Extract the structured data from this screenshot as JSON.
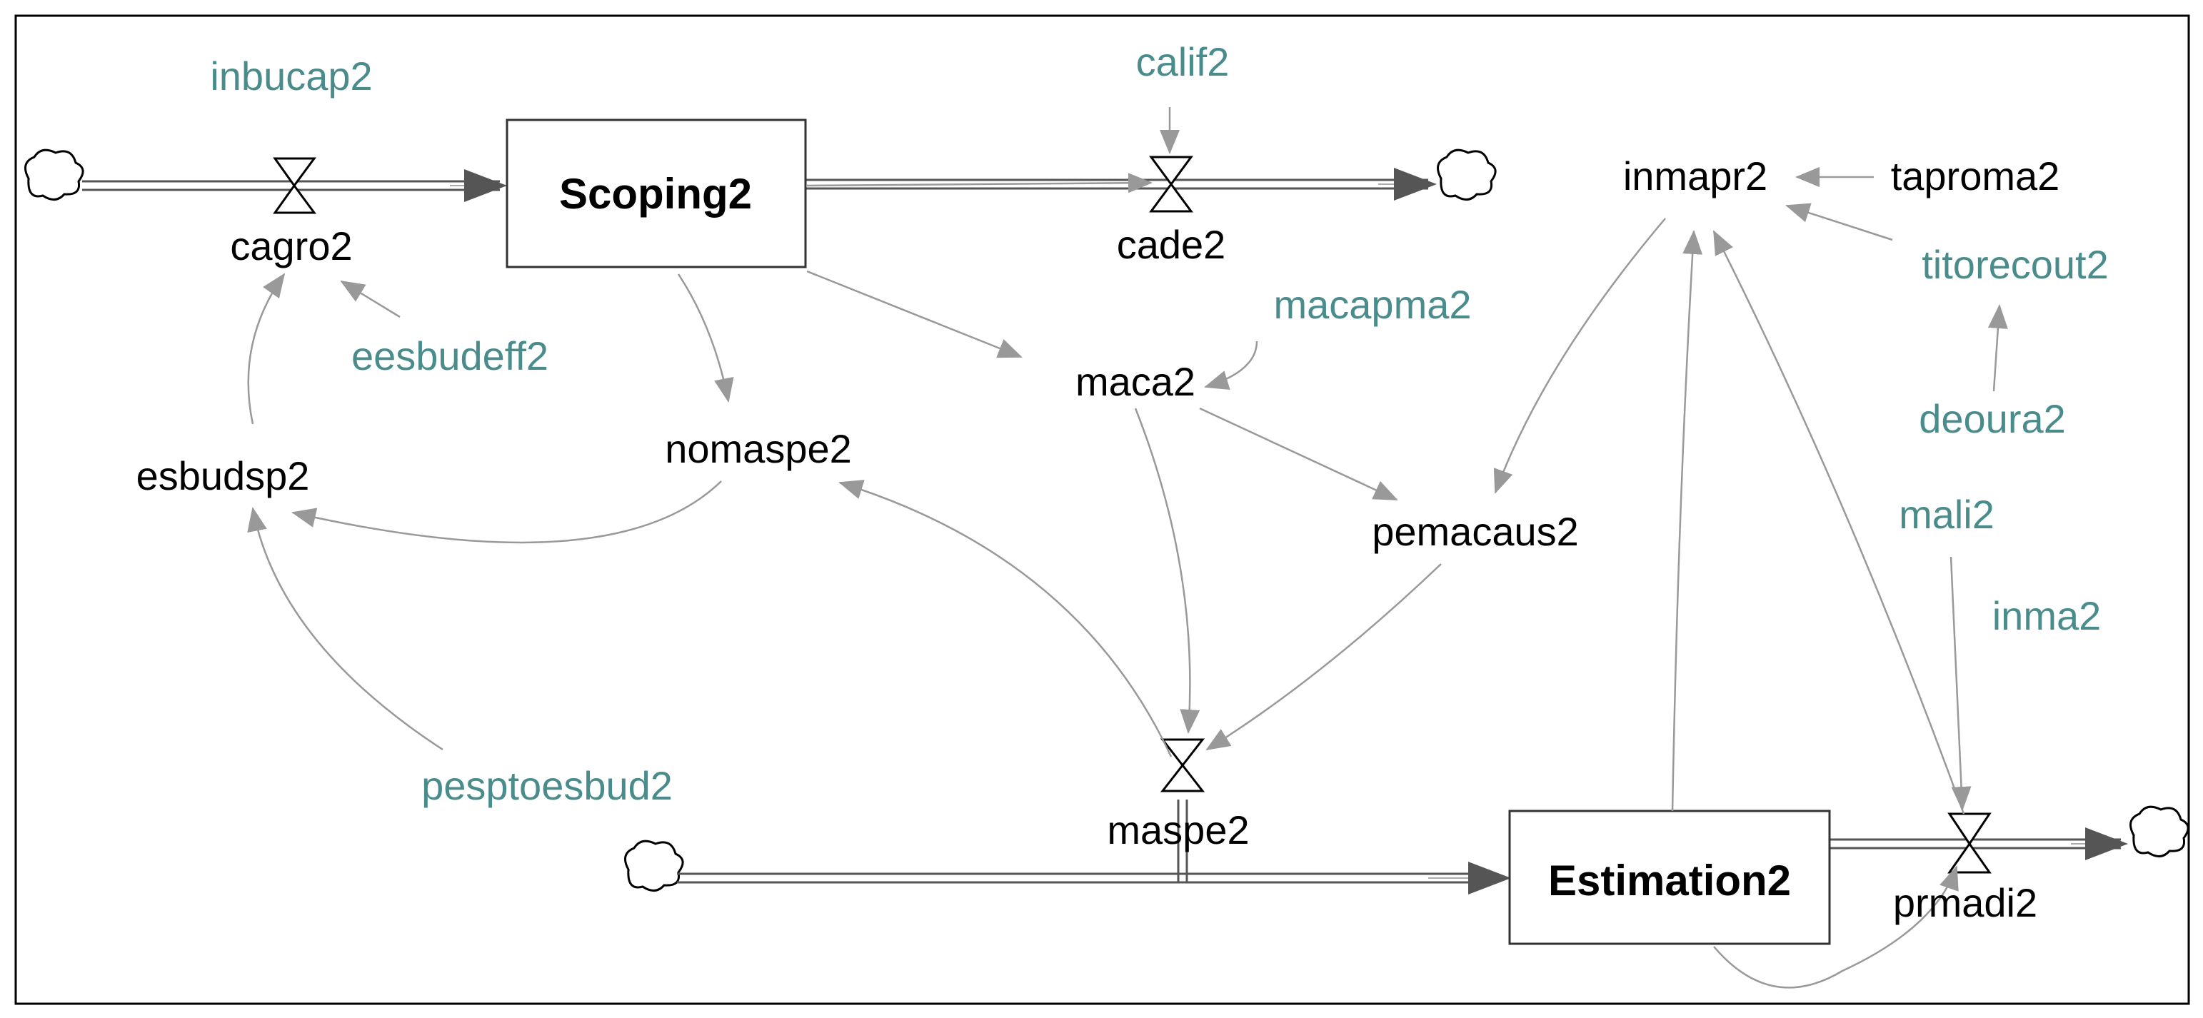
{
  "diagram": {
    "stocks": {
      "scoping": "Scoping2",
      "estimation": "Estimation2"
    },
    "flows": {
      "cagro": "cagro2",
      "cade": "cade2",
      "maspe": "maspe2",
      "prmadi": "prmadi2"
    },
    "variables": {
      "maca": "maca2",
      "nomaspe": "nomaspe2",
      "esbudsp": "esbudsp2",
      "pemacaus": "pemacaus2",
      "inmapr": "inmapr2",
      "taproma": "taproma2"
    },
    "constants": {
      "inbucap": "inbucap2",
      "calif": "calif2",
      "eesbudeff": "eesbudeff2",
      "macapma": "macapma2",
      "titorecout": "titorecout2",
      "deoura": "deoura2",
      "mali": "mali2",
      "inma": "inma2",
      "pesptoesbud": "pesptoesbud2"
    },
    "colors": {
      "constant_text": "#4a8c8c",
      "arrow": "#999999",
      "flow_pipe": "#555555",
      "border": "#000000"
    }
  }
}
